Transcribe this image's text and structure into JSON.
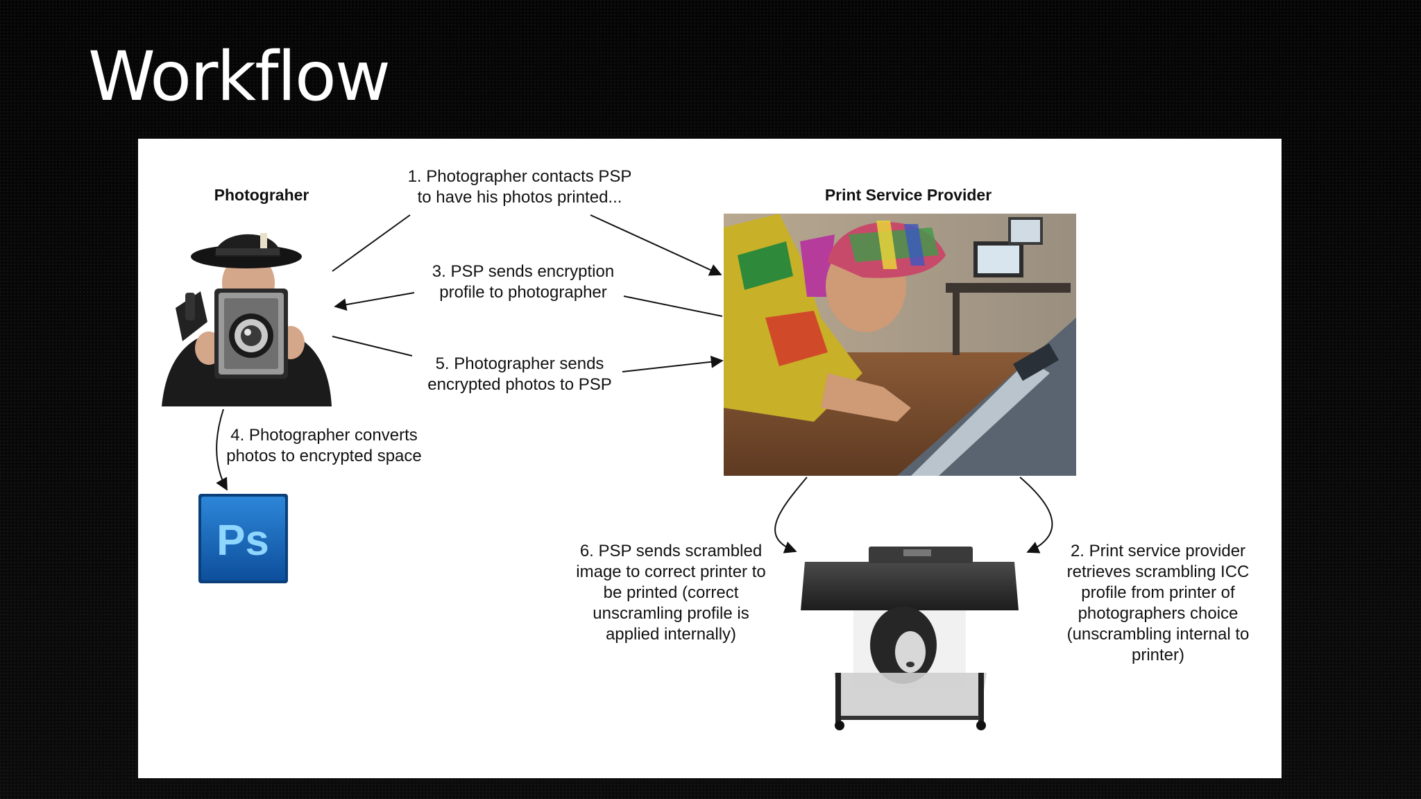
{
  "slide": {
    "title": "Workflow"
  },
  "diagram": {
    "actors": {
      "photographer": "Photograher",
      "psp": "Print Service Provider"
    },
    "steps": {
      "step1": "1. Photographer contacts PSP\nto have his photos printed...",
      "step2": "2. Print service provider\nretrieves scrambling ICC\nprofile from printer of\nphotographers choice\n(unscrambling internal to\nprinter)",
      "step3": "3. PSP sends encryption\nprofile to photographer",
      "step4": "4. Photographer converts\nphotos to encrypted space",
      "step5": "5. Photographer sends\nencrypted photos to PSP",
      "step6": "6. PSP sends scrambled\nimage to correct printer to\nbe printed (correct\nunscramling profile is\napplied internally)"
    },
    "app_logo": "Ps",
    "colors": {
      "panel": "#ffffff",
      "arrow": "#111111",
      "photoshop_blue": "#1d6fc2",
      "photoshop_text": "#8fd6ff"
    }
  }
}
